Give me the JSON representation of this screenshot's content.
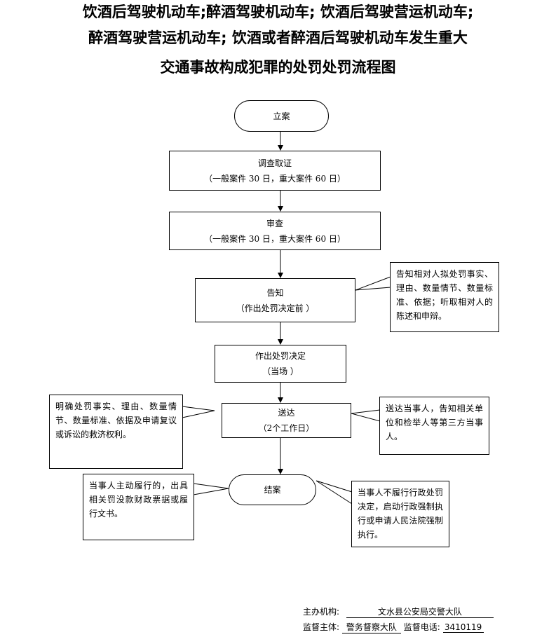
{
  "title": {
    "line1": "饮酒后驾驶机动车;醉酒驾驶机动车; 饮酒后驾驶营运机动车;",
    "line2": "醉酒驾驶营运机动车; 饮酒或者醉酒后驾驶机动车发生重大",
    "line3": "交通事故构成犯罪的处罚处罚流程图"
  },
  "steps": {
    "start": "立案",
    "investigate": {
      "title": "调查取证",
      "sub": "（一般案件 30 日，重大案件 60 日）"
    },
    "review": {
      "title": "审查",
      "sub": "（一般案件 30 日，重大案件 60 日）"
    },
    "notify": {
      "title": "告知",
      "sub": "（作出处罚决定前 ）"
    },
    "decide": {
      "title": "作出处罚决定",
      "sub": "（当场 ）"
    },
    "deliver": {
      "title": "送达",
      "sub": "（2个工作日）"
    },
    "close": "结案"
  },
  "notes": {
    "notify_note": "告知相对人拟处罚事实、理由、数量情节、数量标准、依据；听取相对人的陈述和申辩。",
    "deliver_left": "明确处罚事实、理由、数量情节、数量标准、依据及申请复议或诉讼的救济权利。",
    "deliver_right": "送达当事人，告知相关单位和检举人等第三方当事人。",
    "close_left": "当事人主动履行的，出具相关罚没款财政票据或履行文书。",
    "close_right": "当事人不履行行政处罚决定，启动行政强制执行或申请人民法院强制执行。"
  },
  "footer": {
    "host_label": "主办机构:",
    "host_value": "文水县公安局交警大队",
    "supervisor_label": "监督主体:",
    "supervisor_value": "警务督察大队",
    "phone_label": "监督电话:",
    "phone_value": "3410119"
  }
}
